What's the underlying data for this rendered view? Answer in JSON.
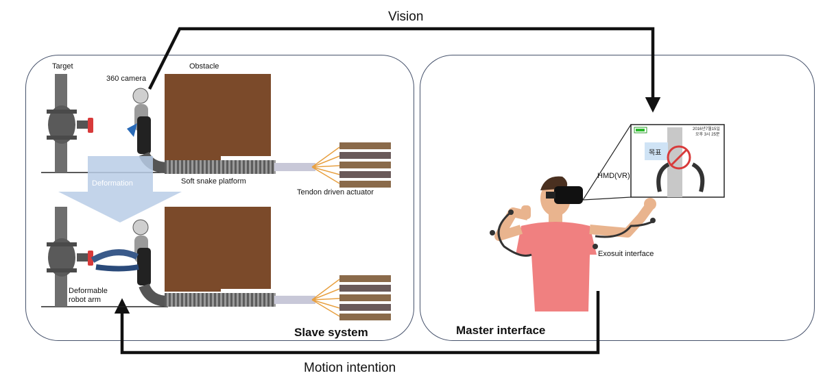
{
  "labels": {
    "vision": "Vision",
    "motion_intention": "Motion intention",
    "target": "Target",
    "camera": "360 camera",
    "obstacle": "Obstacle",
    "deformation": "Deformation",
    "soft_snake_platform": "Soft snake platform",
    "tendon_driven_actuator": "Tendon driven actuator",
    "deformable_robot_arm_line1": "Deformable",
    "deformable_robot_arm_line2": "robot arm",
    "slave_system": "Slave system",
    "master_interface": "Master interface",
    "hmd": "HMD(VR)",
    "exosuit_interface": "Exosuit interface",
    "hmd_overlay_korean": "목표",
    "hmd_timestamp_line1": "2016년7월15일",
    "hmd_timestamp_line2": "오후 3시 25분"
  },
  "colors": {
    "panel_border": "#44506a",
    "obstacle": "#7b4a2a",
    "pipe": "#6e6e6e",
    "arrow": "#111111",
    "deformation_arrow": "#b9cde6",
    "shirt": "#f08080",
    "valve_handle": "#d83a3a"
  }
}
